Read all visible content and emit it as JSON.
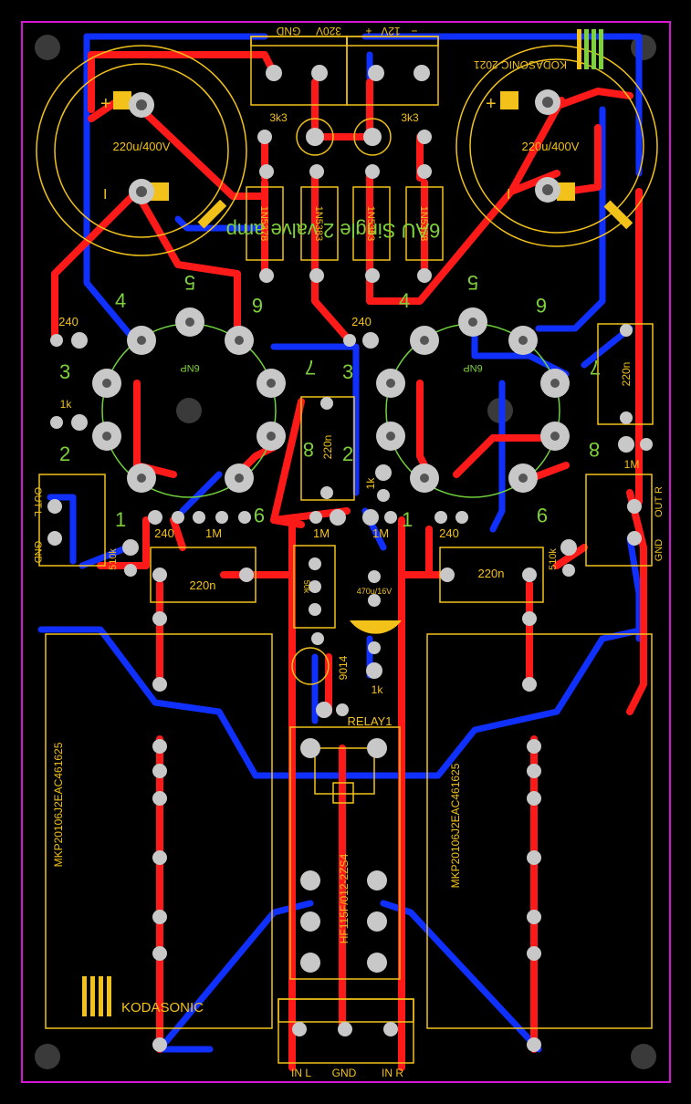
{
  "board": {
    "colors": {
      "outline": "#d616d6",
      "silk": "#f2c21b",
      "top_copper": "#ff1a1a",
      "bottom_copper": "#1030ff",
      "pad": "#c8c8c8",
      "green_silk": "#7fd13b"
    },
    "title_mirrored": "6AU Single 2 valve amp",
    "brand_bottom": "KODASONIC",
    "brand_top": "KODASONIC 2021"
  },
  "power_connector": {
    "labels": [
      "GND",
      "320V",
      "+",
      "12V",
      "−"
    ]
  },
  "caps": {
    "left": "220u/400V",
    "right": "220u/400V",
    "plus": "+",
    "minus": "I"
  },
  "resistors_top": {
    "left": "3k3",
    "right": "3k3"
  },
  "diodes": [
    "1N5378",
    "1N5383",
    "1N5383",
    "1N5378"
  ],
  "tube_pins": {
    "p1": "1",
    "p2": "2",
    "p3": "3",
    "p4": "4",
    "p5": "5",
    "p6": "6",
    "p7": "7",
    "p8": "8",
    "p9": "9"
  },
  "tube_label": "6NP",
  "parts": {
    "r240": "240",
    "r1k": "1k",
    "r1m": "1M",
    "r510k": "510k",
    "c220n": "220n",
    "cap_elec": "470u/16V",
    "trim": "50k",
    "transistor": "9014",
    "r1k_b": "1k",
    "relay": "RELAY1",
    "relay_part": "HF115F/012-2ZS4",
    "film_cap": "MKP20106J2EAC461625"
  },
  "io": {
    "out_l": "OUT L",
    "gnd_l": "GND",
    "out_r": "OUT R",
    "gnd_r": "GND",
    "in_l": "IN L",
    "gnd_in": "GND",
    "in_r": "IN R"
  }
}
